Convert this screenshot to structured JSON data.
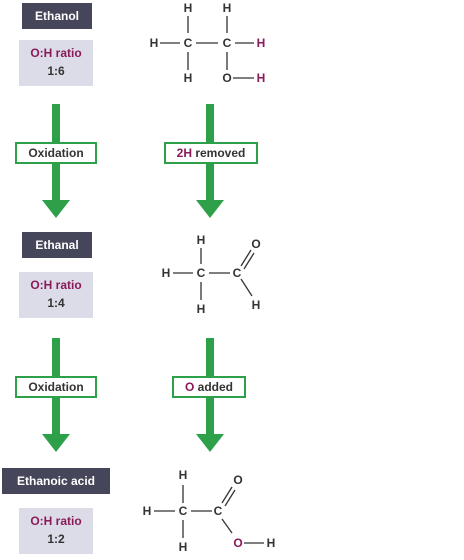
{
  "compounds": [
    {
      "name": "Ethanol",
      "ratio_label": "O:H ratio",
      "ratio_value": "1:6"
    },
    {
      "name": "Ethanal",
      "ratio_label": "O:H ratio",
      "ratio_value": "1:4"
    },
    {
      "name": "Ethanoic acid",
      "ratio_label": "O:H ratio",
      "ratio_value": "1:2"
    }
  ],
  "steps": [
    {
      "process": "Oxidation",
      "change_prefix": "2H",
      "change_suffix": " removed"
    },
    {
      "process": "Oxidation",
      "change_prefix": "O",
      "change_suffix": " added"
    }
  ],
  "atoms": {
    "H": "H",
    "C": "C",
    "O": "O"
  },
  "colors": {
    "label_bg": "#46465a",
    "ratio_bg": "#dcdce8",
    "accent": "#8a1a5a",
    "arrow": "#2fa04a"
  }
}
